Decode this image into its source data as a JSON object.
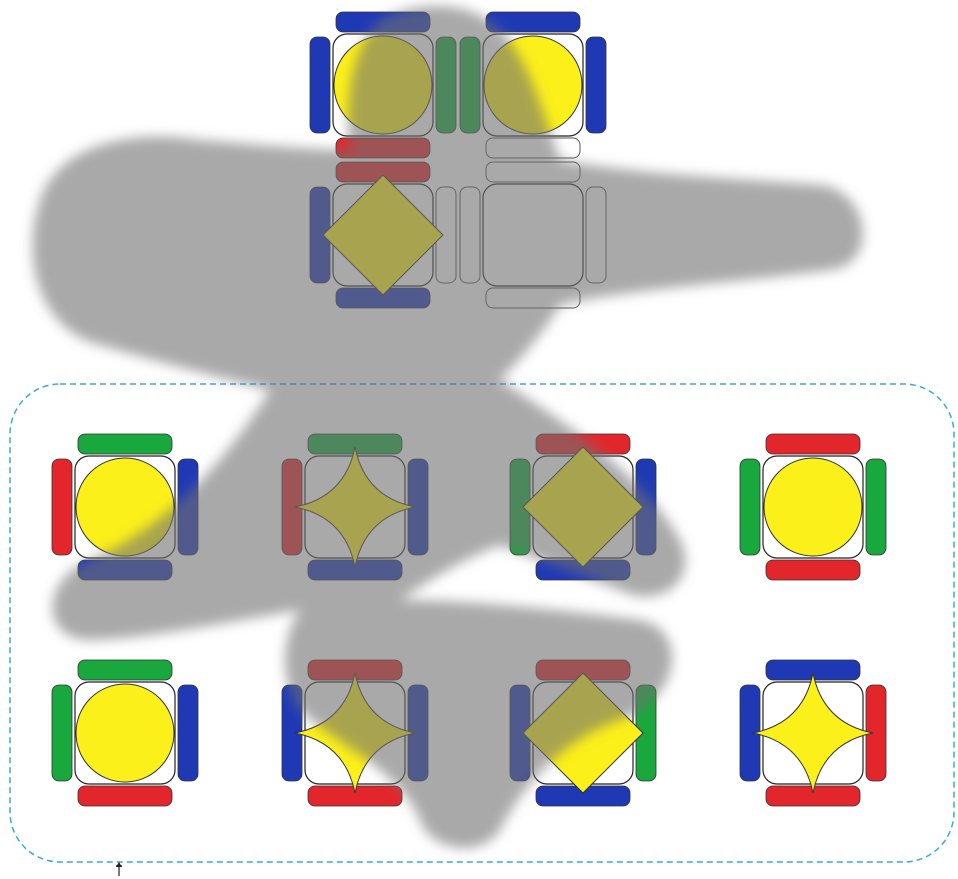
{
  "board": {
    "slot_rows": 2,
    "slot_cols": 2,
    "slots": [
      {
        "row": 0,
        "col": 0,
        "state": "filled",
        "shape": "circle",
        "edges": {
          "top": "blue",
          "right": "green",
          "bottom": "red",
          "left": "blue"
        }
      },
      {
        "row": 0,
        "col": 1,
        "state": "filled",
        "shape": "circle",
        "edges": {
          "top": "blue",
          "right": "blue",
          "bottom": "none",
          "left": "green"
        }
      },
      {
        "row": 1,
        "col": 0,
        "state": "filled",
        "shape": "diamond",
        "edges": {
          "top": "red",
          "right": "none",
          "bottom": "blue",
          "left": "blue"
        }
      },
      {
        "row": 1,
        "col": 1,
        "state": "empty",
        "shape": "none",
        "edges": {
          "top": "none",
          "right": "none",
          "bottom": "none",
          "left": "none"
        }
      }
    ]
  },
  "tray": {
    "rows": 2,
    "cols": 4,
    "tiles": [
      {
        "row": 0,
        "col": 0,
        "shape": "circle",
        "edges": {
          "top": "green",
          "right": "blue",
          "bottom": "blue",
          "left": "red"
        }
      },
      {
        "row": 0,
        "col": 1,
        "shape": "star",
        "edges": {
          "top": "green",
          "right": "blue",
          "bottom": "blue",
          "left": "red"
        }
      },
      {
        "row": 0,
        "col": 2,
        "shape": "diamond",
        "edges": {
          "top": "red",
          "right": "blue",
          "bottom": "blue",
          "left": "green"
        }
      },
      {
        "row": 0,
        "col": 3,
        "shape": "circle",
        "edges": {
          "top": "red",
          "right": "green",
          "bottom": "red",
          "left": "green"
        }
      },
      {
        "row": 1,
        "col": 0,
        "shape": "circle",
        "edges": {
          "top": "green",
          "right": "blue",
          "bottom": "red",
          "left": "green"
        }
      },
      {
        "row": 1,
        "col": 1,
        "shape": "star",
        "edges": {
          "top": "red",
          "right": "blue",
          "bottom": "red",
          "left": "blue"
        }
      },
      {
        "row": 1,
        "col": 2,
        "shape": "diamond",
        "edges": {
          "top": "red",
          "right": "green",
          "bottom": "blue",
          "left": "blue"
        }
      },
      {
        "row": 1,
        "col": 3,
        "shape": "star",
        "edges": {
          "top": "blue",
          "right": "red",
          "bottom": "red",
          "left": "blue"
        }
      }
    ]
  },
  "colors": {
    "blue": "#1f39b5",
    "green": "#19a83e",
    "red": "#e3262b",
    "yellow": "#fcf01a",
    "tray_border": "#39a9db",
    "shadow": "#707070"
  },
  "overlay": {
    "type": "hand-shadow"
  },
  "cursor": {
    "icon": "cursor-icon"
  }
}
